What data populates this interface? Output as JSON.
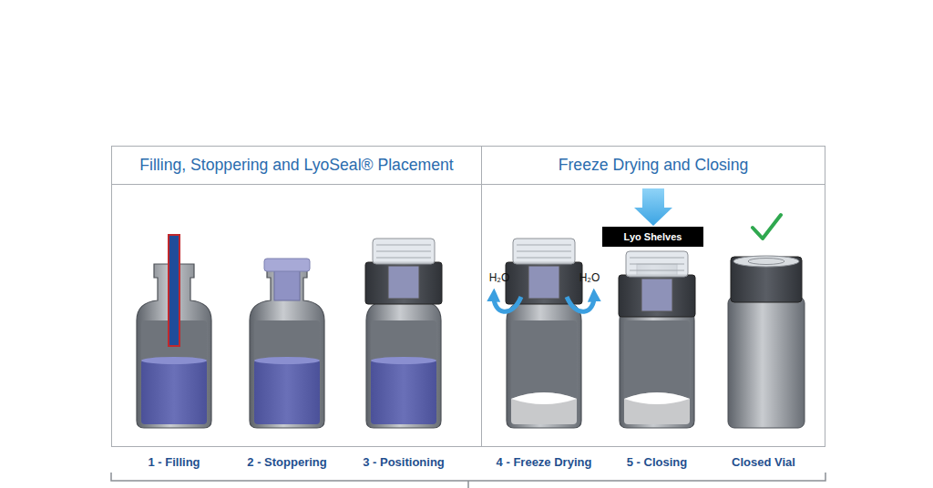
{
  "diagram": {
    "nodes": [
      {
        "text": [
          "Filling, Stoppering and LyoSeal® Placement"
        ]
      },
      {
        "text": [
          "Freeze Drying and Closing"
        ]
      },
      {
        "text": [
          "Lyo Shelves"
        ],
        "in": 1
      }
    ],
    "labels": [
      "1 - Filling",
      "2 - Stoppering",
      "3 - Positioning",
      "H₂O",
      "H₂O",
      "4 - Freeze Drying",
      "5 - Closing",
      "Closed Vial"
    ]
  }
}
